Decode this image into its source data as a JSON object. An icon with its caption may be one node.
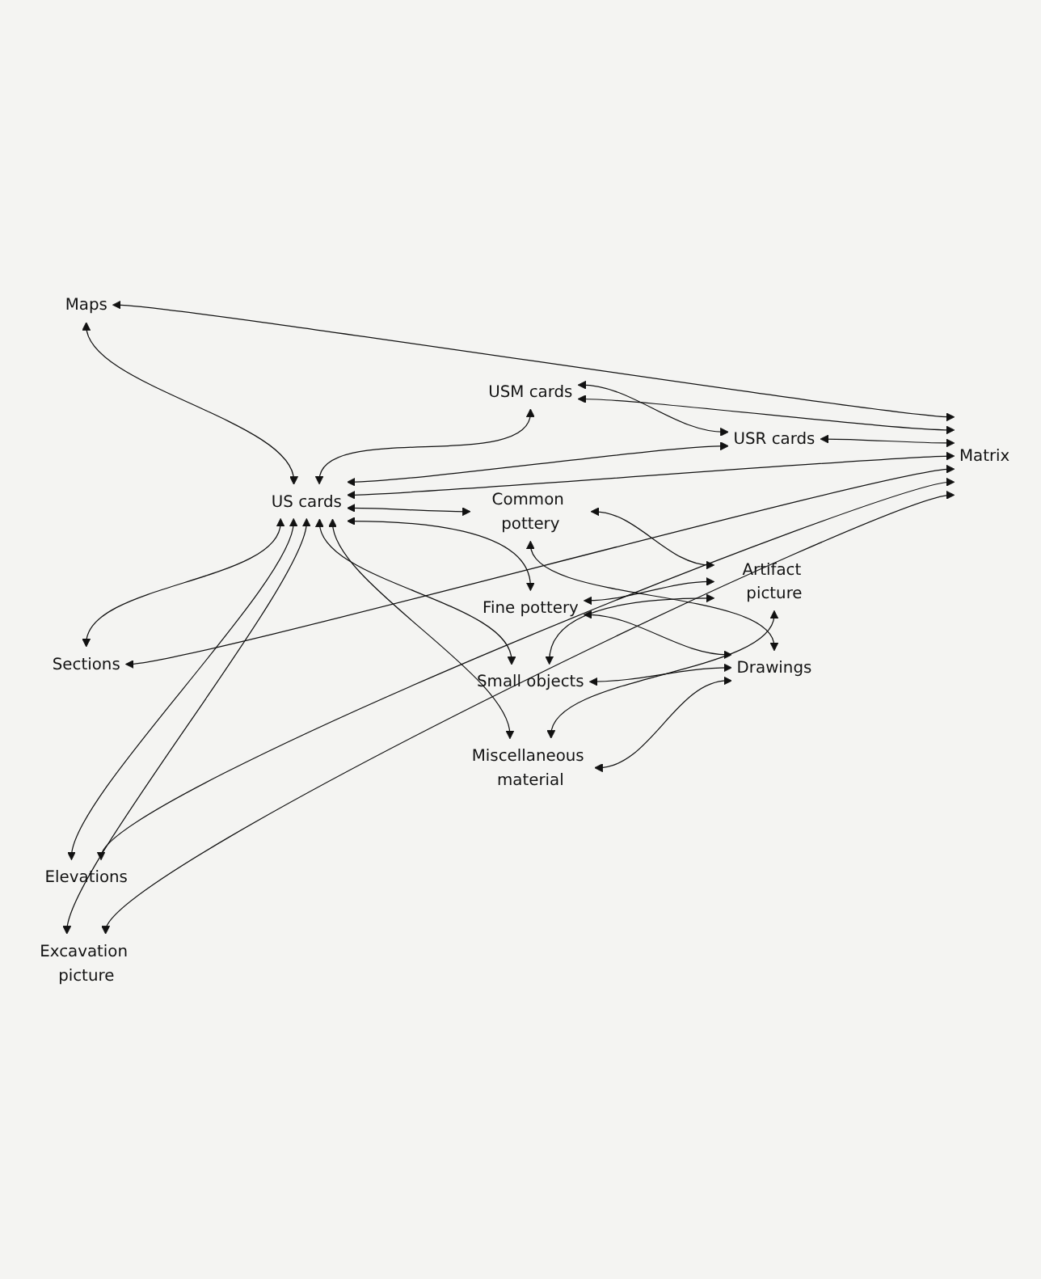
{
  "diagram": {
    "nodes": [
      {
        "text": [
          "Maps"
        ]
      },
      {
        "text": [
          "Sections"
        ]
      },
      {
        "text": [
          "Elevations"
        ]
      },
      {
        "text": [
          "Excavation picture"
        ]
      },
      {
        "text": [
          "US cards"
        ]
      },
      {
        "text": [
          "USM cards"
        ]
      },
      {
        "text": [
          "Matrix"
        ]
      },
      {
        "text": [
          "USR cards"
        ]
      },
      {
        "text": [
          "Common pottery"
        ]
      },
      {
        "text": [
          "Artifact picture"
        ]
      },
      {
        "text": [
          "Fine pottery"
        ]
      },
      {
        "text": [
          "Small objects"
        ]
      },
      {
        "text": [
          "Drawings"
        ]
      },
      {
        "text": [
          "Miscellaneous material"
        ]
      }
    ],
    "edges": [
      {
        "from": 0,
        "to": 4,
        "arrow": "both"
      },
      {
        "from": 1,
        "to": 4,
        "arrow": "both"
      },
      {
        "from": 2,
        "to": 4,
        "arrow": "both"
      },
      {
        "from": 3,
        "to": 4,
        "arrow": "both"
      },
      {
        "from": 0,
        "to": 6,
        "arrow": "both"
      },
      {
        "from": 1,
        "to": 6,
        "arrow": "both"
      },
      {
        "from": 2,
        "to": 6,
        "arrow": "both"
      },
      {
        "from": 3,
        "to": 6,
        "arrow": "both"
      },
      {
        "from": 4,
        "to": 6,
        "arrow": "both"
      },
      {
        "from": 4,
        "to": 5,
        "arrow": "both"
      },
      {
        "from": 5,
        "to": 6,
        "arrow": "both"
      },
      {
        "from": 5,
        "to": 7,
        "arrow": "both"
      },
      {
        "from": 7,
        "to": 6,
        "arrow": "both"
      },
      {
        "from": 4,
        "to": 7,
        "arrow": "both"
      },
      {
        "from": 4,
        "to": 8,
        "arrow": "both"
      },
      {
        "from": 4,
        "to": 10,
        "arrow": "both"
      },
      {
        "from": 4,
        "to": 11,
        "arrow": "both"
      },
      {
        "from": 4,
        "to": 13,
        "arrow": "both"
      },
      {
        "from": 8,
        "to": 9,
        "arrow": "both"
      },
      {
        "from": 8,
        "to": 12,
        "arrow": "both"
      },
      {
        "from": 10,
        "to": 9,
        "arrow": "both"
      },
      {
        "from": 10,
        "to": 12,
        "arrow": "both"
      },
      {
        "from": 11,
        "to": 12,
        "arrow": "both"
      },
      {
        "from": 11,
        "to": 9,
        "arrow": "both"
      },
      {
        "from": 13,
        "to": 9,
        "arrow": "both"
      },
      {
        "from": 13,
        "to": 12,
        "arrow": "both"
      }
    ]
  }
}
